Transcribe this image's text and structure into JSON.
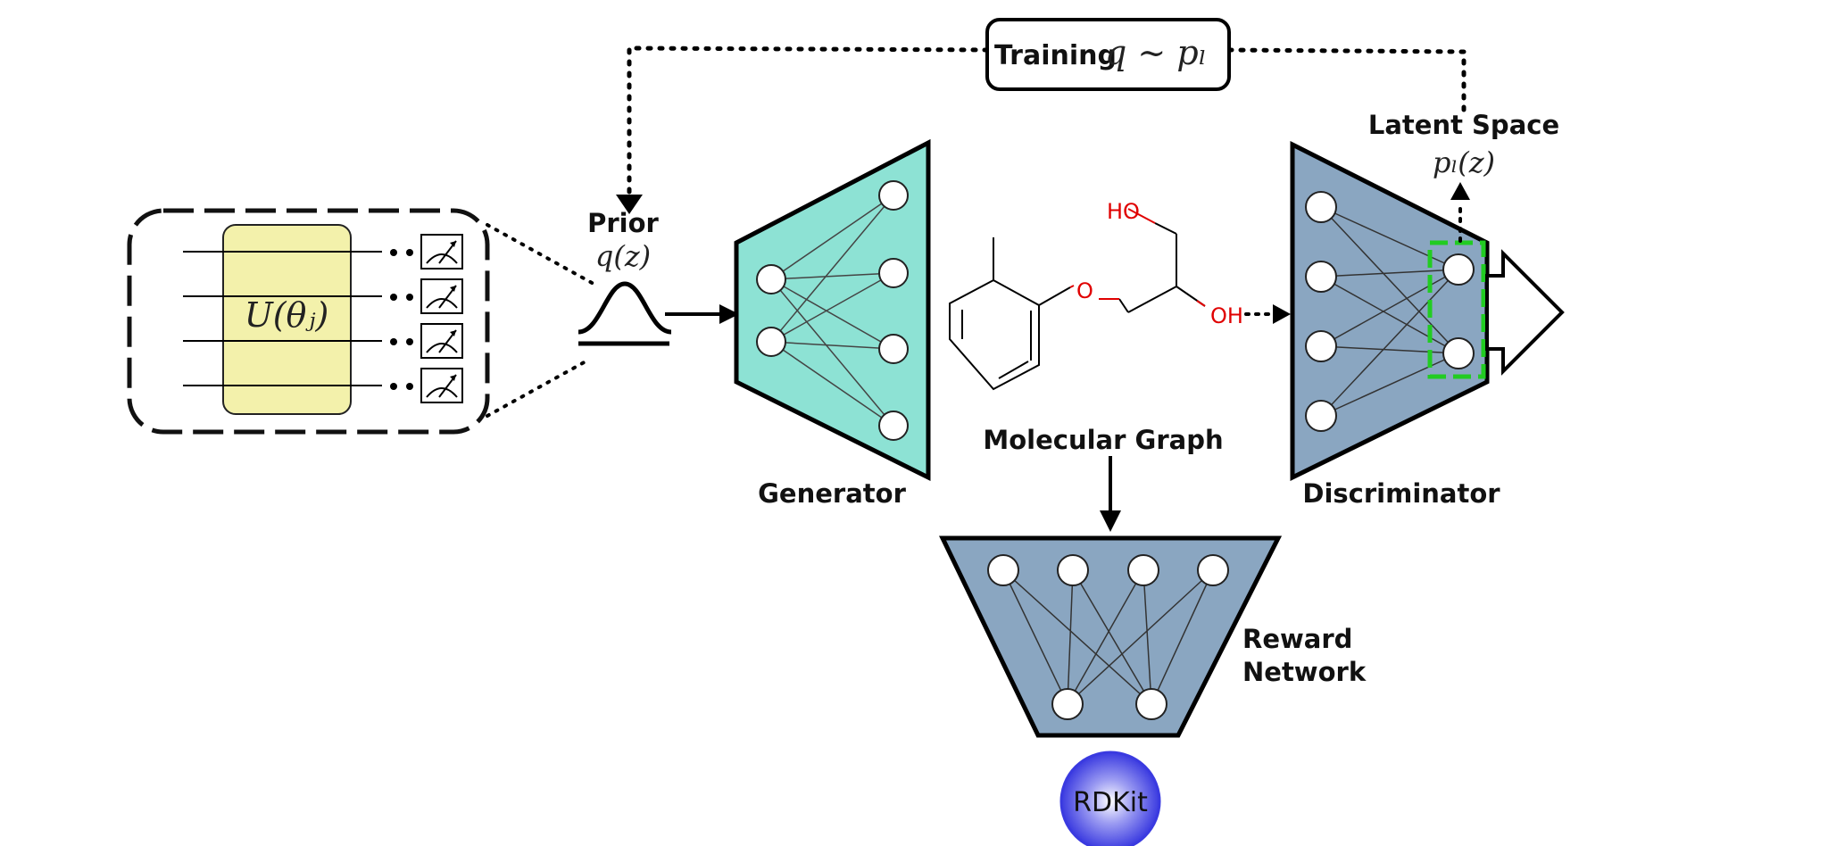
{
  "training": {
    "word": "Training",
    "formula": "q ∼ pₗ"
  },
  "prior": {
    "title": "Prior",
    "formula": "q(z)"
  },
  "latent": {
    "title": "Latent Space",
    "formula": "pₗ(z)"
  },
  "circuit": {
    "unitary": "U(θⱼ)"
  },
  "generator": {
    "label": "Generator"
  },
  "discriminator": {
    "label": "Discriminator"
  },
  "molecule": {
    "label": "Molecular Graph",
    "atoms": {
      "ho": "HO",
      "o": "O",
      "oh": "OH"
    }
  },
  "reward": {
    "line1": "Reward",
    "line2": "Network"
  },
  "rdkit": {
    "text": "RDKit"
  },
  "colors": {
    "generator_fill": "#8de2d4",
    "network_fill": "#8aa6c1",
    "circuit_gate": "#f3f1ab",
    "latent_highlight": "#22cc22",
    "atom_red": "#e00000",
    "rdkit_blue": "#3a3ae0"
  }
}
